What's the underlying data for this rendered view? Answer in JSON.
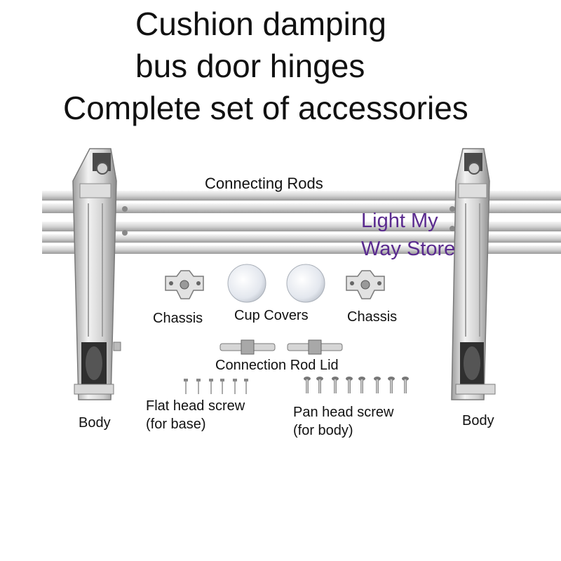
{
  "title": {
    "line1": "Cushion damping",
    "line2": "bus door hinges",
    "line3": "Complete set of accessories"
  },
  "labels": {
    "connecting_rods": "Connecting Rods",
    "chassis_left": "Chassis",
    "cup_covers": "Cup Covers",
    "chassis_right": "Chassis",
    "connection_rod_lid": "Connection Rod Lid",
    "flat_head_screw_1": "Flat head screw",
    "flat_head_screw_2": "(for base)",
    "pan_head_screw_1": "Pan head screw",
    "pan_head_screw_2": "(for body)",
    "body_left": "Body",
    "body_right": "Body"
  },
  "watermark": {
    "line1": "Light My",
    "line2": "Way Store",
    "color": "#5a2a8f"
  },
  "colors": {
    "metal_light": "#eeeeee",
    "metal_mid": "#c8c8c8",
    "metal_dark": "#8a8a8a",
    "cup_cover": "#dfe4ec"
  }
}
